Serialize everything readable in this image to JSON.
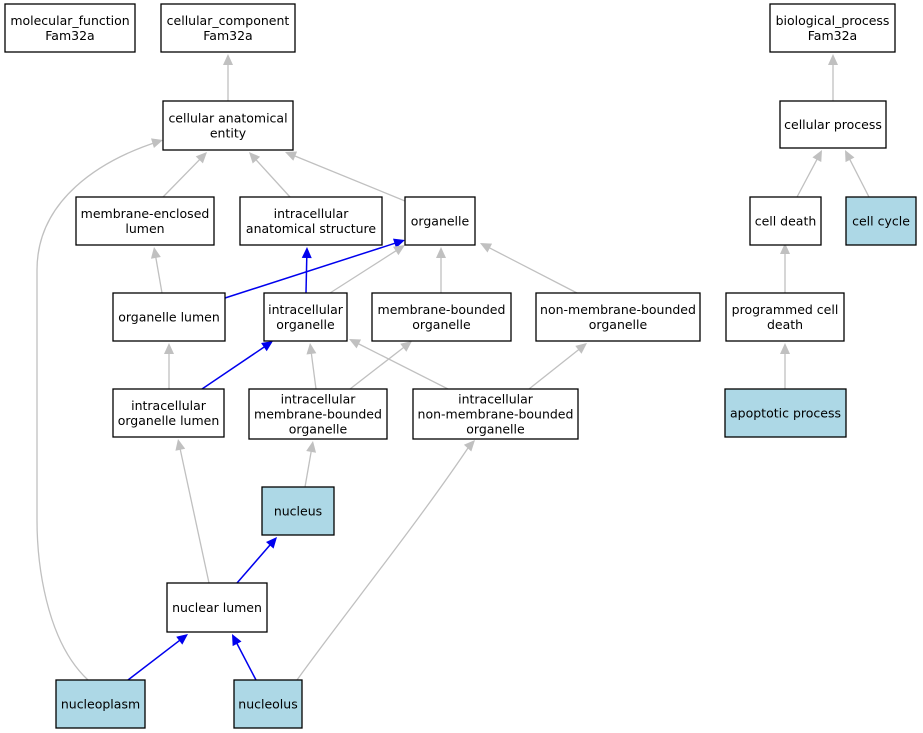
{
  "colors": {
    "highlight_fill": "#add8e6",
    "plain_fill": "#ffffff",
    "gray_edge": "#c0c0c0",
    "blue_edge": "#0000ee"
  },
  "nodes": {
    "molecular_function": {
      "lines": [
        "molecular_function",
        "Fam32a"
      ],
      "highlighted": false
    },
    "cellular_component": {
      "lines": [
        "cellular_component",
        "Fam32a"
      ],
      "highlighted": false
    },
    "biological_process": {
      "lines": [
        "biological_process",
        "Fam32a"
      ],
      "highlighted": false
    },
    "cellular_anatomical_entity": {
      "lines": [
        "cellular anatomical",
        "entity"
      ],
      "highlighted": false
    },
    "cellular_process": {
      "lines": [
        "cellular process"
      ],
      "highlighted": false
    },
    "membrane_enclosed_lumen": {
      "lines": [
        "membrane-enclosed",
        "lumen"
      ],
      "highlighted": false
    },
    "intracellular_anatomical_structure": {
      "lines": [
        "intracellular",
        "anatomical structure"
      ],
      "highlighted": false
    },
    "organelle": {
      "lines": [
        "organelle"
      ],
      "highlighted": false
    },
    "cell_death": {
      "lines": [
        "cell death"
      ],
      "highlighted": false
    },
    "cell_cycle": {
      "lines": [
        "cell cycle"
      ],
      "highlighted": true
    },
    "organelle_lumen": {
      "lines": [
        "organelle lumen"
      ],
      "highlighted": false
    },
    "intracellular_organelle": {
      "lines": [
        "intracellular",
        "organelle"
      ],
      "highlighted": false
    },
    "membrane_bounded_organelle": {
      "lines": [
        "membrane-bounded",
        "organelle"
      ],
      "highlighted": false
    },
    "non_membrane_bounded_organelle": {
      "lines": [
        "non-membrane-bounded",
        "organelle"
      ],
      "highlighted": false
    },
    "programmed_cell_death": {
      "lines": [
        "programmed cell",
        "death"
      ],
      "highlighted": false
    },
    "intracellular_organelle_lumen": {
      "lines": [
        "intracellular",
        "organelle lumen"
      ],
      "highlighted": false
    },
    "intracellular_membrane_bounded_organelle": {
      "lines": [
        "intracellular",
        "membrane-bounded",
        "organelle"
      ],
      "highlighted": false
    },
    "intracellular_non_membrane_bounded_organelle": {
      "lines": [
        "intracellular",
        "non-membrane-bounded",
        "organelle"
      ],
      "highlighted": false
    },
    "apoptotic_process": {
      "lines": [
        "apoptotic process"
      ],
      "highlighted": true
    },
    "nucleus": {
      "lines": [
        "nucleus"
      ],
      "highlighted": true
    },
    "nuclear_lumen": {
      "lines": [
        "nuclear lumen"
      ],
      "highlighted": false
    },
    "nucleoplasm": {
      "lines": [
        "nucleoplasm"
      ],
      "highlighted": true
    },
    "nucleolus": {
      "lines": [
        "nucleolus"
      ],
      "highlighted": true
    }
  },
  "edges": [
    {
      "from": "cellular_anatomical_entity",
      "to": "cellular_component",
      "color": "gray"
    },
    {
      "from": "cellular_process",
      "to": "biological_process",
      "color": "gray"
    },
    {
      "from": "membrane_enclosed_lumen",
      "to": "cellular_anatomical_entity",
      "color": "gray"
    },
    {
      "from": "intracellular_anatomical_structure",
      "to": "cellular_anatomical_entity",
      "color": "gray"
    },
    {
      "from": "organelle",
      "to": "cellular_anatomical_entity",
      "color": "gray"
    },
    {
      "from": "nucleoplasm",
      "to": "cellular_anatomical_entity",
      "color": "gray"
    },
    {
      "from": "cell_death",
      "to": "cellular_process",
      "color": "gray"
    },
    {
      "from": "cell_cycle",
      "to": "cellular_process",
      "color": "gray"
    },
    {
      "from": "organelle_lumen",
      "to": "membrane_enclosed_lumen",
      "color": "gray"
    },
    {
      "from": "organelle_lumen",
      "to": "organelle",
      "color": "blue"
    },
    {
      "from": "intracellular_organelle",
      "to": "intracellular_anatomical_structure",
      "color": "blue"
    },
    {
      "from": "intracellular_organelle",
      "to": "organelle",
      "color": "gray"
    },
    {
      "from": "membrane_bounded_organelle",
      "to": "organelle",
      "color": "gray"
    },
    {
      "from": "non_membrane_bounded_organelle",
      "to": "organelle",
      "color": "gray"
    },
    {
      "from": "programmed_cell_death",
      "to": "cell_death",
      "color": "gray"
    },
    {
      "from": "apoptotic_process",
      "to": "programmed_cell_death",
      "color": "gray"
    },
    {
      "from": "intracellular_organelle_lumen",
      "to": "organelle_lumen",
      "color": "gray"
    },
    {
      "from": "intracellular_organelle_lumen",
      "to": "intracellular_organelle",
      "color": "blue"
    },
    {
      "from": "intracellular_membrane_bounded_organelle",
      "to": "intracellular_organelle",
      "color": "gray"
    },
    {
      "from": "intracellular_membrane_bounded_organelle",
      "to": "membrane_bounded_organelle",
      "color": "gray"
    },
    {
      "from": "intracellular_non_membrane_bounded_organelle",
      "to": "intracellular_organelle",
      "color": "gray"
    },
    {
      "from": "intracellular_non_membrane_bounded_organelle",
      "to": "non_membrane_bounded_organelle",
      "color": "gray"
    },
    {
      "from": "nucleus",
      "to": "intracellular_membrane_bounded_organelle",
      "color": "gray"
    },
    {
      "from": "nuclear_lumen",
      "to": "nucleus",
      "color": "blue"
    },
    {
      "from": "nuclear_lumen",
      "to": "intracellular_organelle_lumen",
      "color": "gray"
    },
    {
      "from": "nucleoplasm",
      "to": "nuclear_lumen",
      "color": "blue"
    },
    {
      "from": "nucleolus",
      "to": "nuclear_lumen",
      "color": "blue"
    },
    {
      "from": "nucleolus",
      "to": "intracellular_non_membrane_bounded_organelle",
      "color": "gray"
    }
  ]
}
